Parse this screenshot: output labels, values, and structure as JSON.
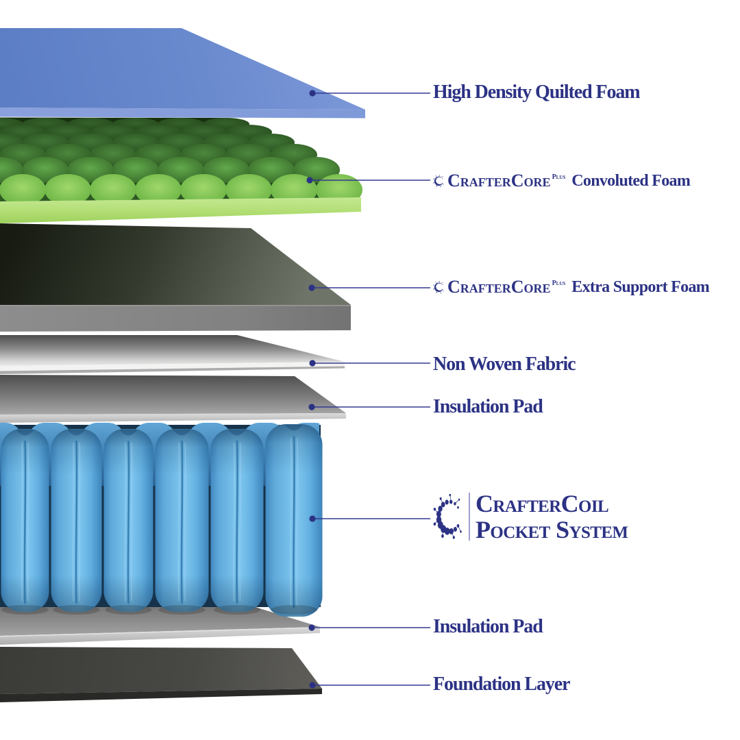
{
  "page": {
    "background": "#ffffff",
    "accent_navy": "#2c3284",
    "leader_color": "#33388f"
  },
  "labels": {
    "quilted": {
      "text": "High Density Quilted Foam"
    },
    "convoluted": {
      "brand": "CrafterCore",
      "sup": "Plus",
      "text": "Convoluted Foam"
    },
    "support": {
      "brand": "CrafterCore",
      "sup": "Plus",
      "text": "Extra Support Foam"
    },
    "nonwoven": {
      "text": "Non Woven Fabric"
    },
    "insulation_top": {
      "text": "Insulation Pad"
    },
    "coil": {
      "line1": "CrafterCoil",
      "line2": "Pocket System"
    },
    "insulation_bottom": {
      "text": "Insulation Pad"
    },
    "foundation": {
      "text": "Foundation Layer"
    }
  },
  "layers": [
    {
      "name": "High Density Quilted Foam",
      "color": "#6a8ace"
    },
    {
      "name": "CrafterCore Plus Convoluted Foam",
      "color": "#7cc453"
    },
    {
      "name": "CrafterCore Plus Extra Support Foam",
      "color": "#3c4136"
    },
    {
      "name": "Non Woven Fabric",
      "color": "#d6d6d6"
    },
    {
      "name": "Insulation Pad",
      "color": "#b2b2b2"
    },
    {
      "name": "CrafterCoil Pocket System",
      "color": "#6db7e7"
    },
    {
      "name": "Insulation Pad",
      "color": "#c6c6c6"
    },
    {
      "name": "Foundation Layer",
      "color": "#44443f"
    }
  ]
}
